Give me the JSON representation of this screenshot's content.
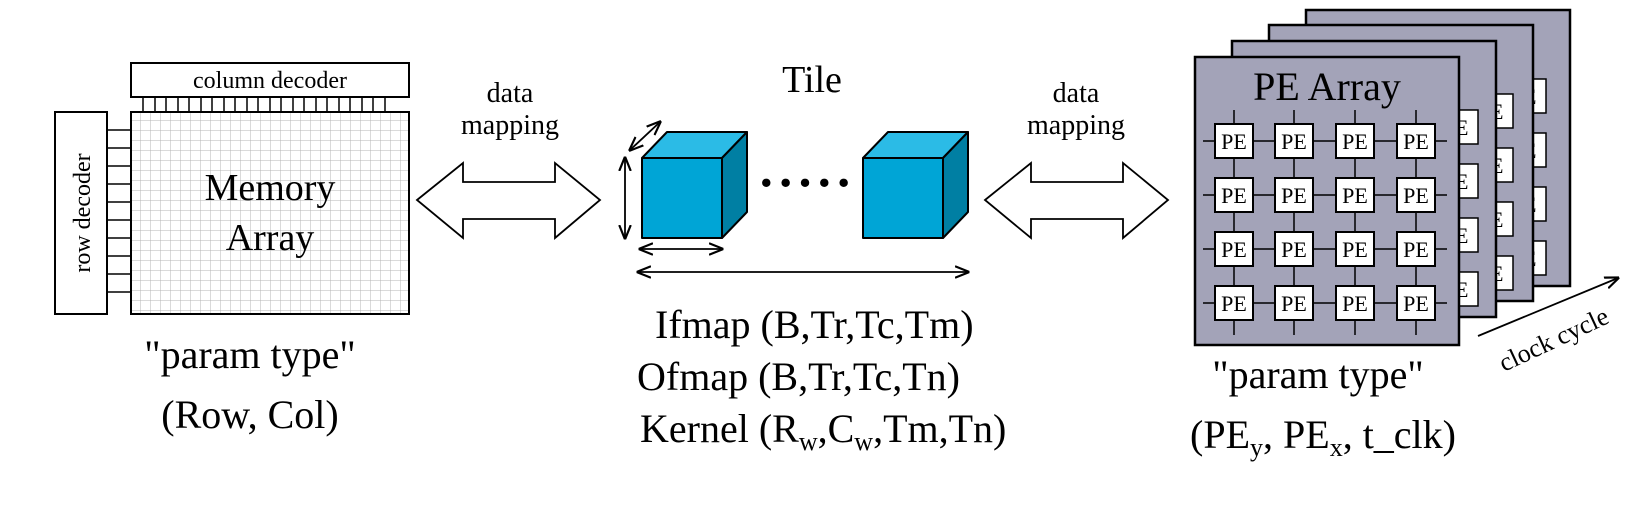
{
  "memory": {
    "column_decoder": "column decoder",
    "row_decoder": "row decoder",
    "title_line1": "Memory",
    "title_line2": "Array",
    "param_type": "\"param type\"",
    "params": "(Row, Col)"
  },
  "mapping_left": {
    "line1": "data",
    "line2": "mapping"
  },
  "mapping_right": {
    "line1": "data",
    "line2": "mapping"
  },
  "tile": {
    "title": "Tile",
    "dots": "·····",
    "ifmap": "Ifmap (B,Tr,Tc,Tm)",
    "ofmap": "Ofmap (B,Tr,Tc,Tn)",
    "kernel_prefix": "Kernel (R",
    "kernel_sub1": "w",
    "kernel_mid": ",C",
    "kernel_sub2": "w",
    "kernel_suffix": ",Tm,Tn)"
  },
  "pe_array": {
    "title": "PE Array",
    "pe_label": "PE",
    "back_label": "E",
    "clock_cycle": "clock cycle",
    "param_type": "\"param type\"",
    "params_prefix": "(PE",
    "params_sub1": "y",
    "params_mid": ", PE",
    "params_sub2": "x",
    "params_suffix": ", t_clk)"
  },
  "colors": {
    "cube_front": "#00a5d6",
    "cube_side": "#007fa3",
    "cube_top": "#2bbbe6",
    "pe_array_fill": "#a3a3b8",
    "grid_line": "#b4b4b4"
  }
}
